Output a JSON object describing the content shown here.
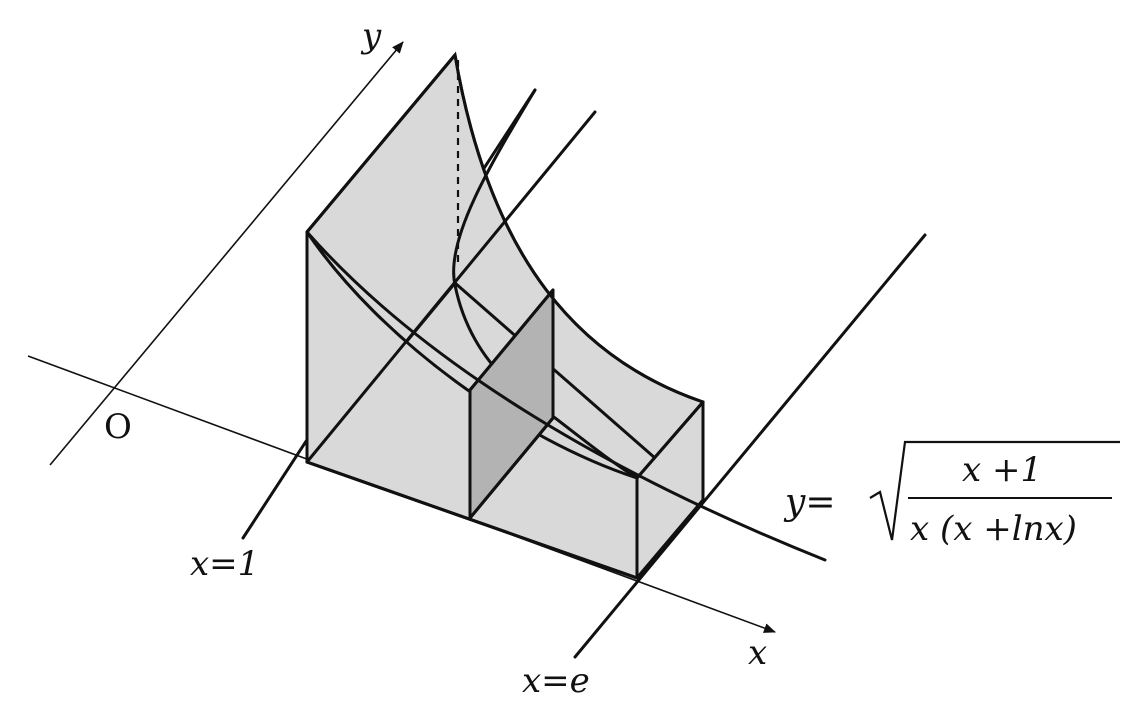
{
  "labels": {
    "origin": "O",
    "x_axis": "x",
    "y_axis": "y",
    "line_x1": "x=1",
    "line_xe": "x=e"
  },
  "equation": {
    "lhs": "y=",
    "numerator": "x +1",
    "denominator": "x (x +lnx)"
  }
}
